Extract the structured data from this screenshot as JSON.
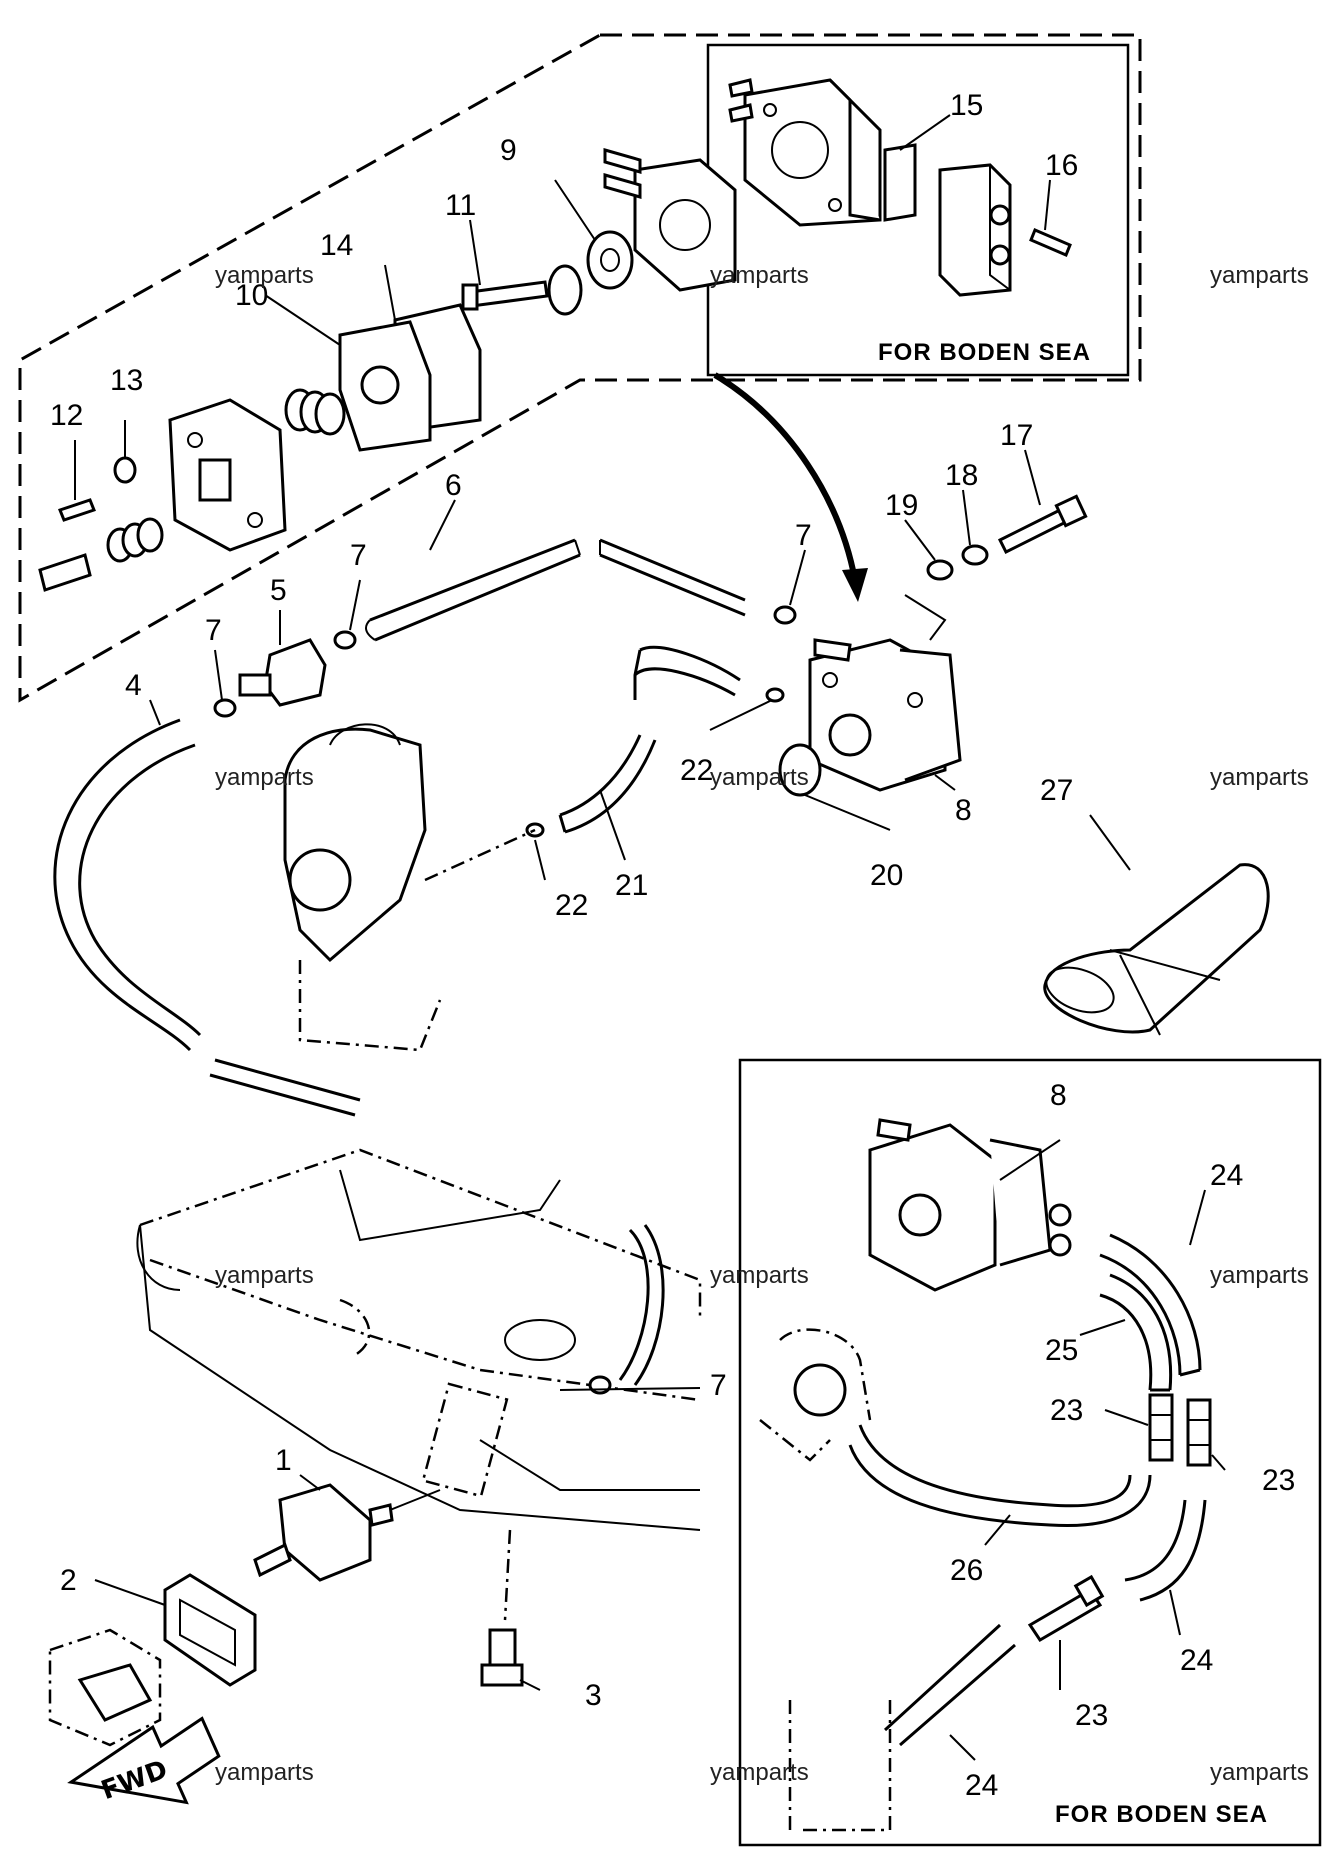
{
  "watermark": "yamparts",
  "boxes": {
    "top": "FOR BODEN SEA",
    "bottom": "FOR BODEN SEA"
  },
  "direction_label": "FWD",
  "callouts": [
    {
      "id": "c1",
      "text": "1"
    },
    {
      "id": "c2",
      "text": "2"
    },
    {
      "id": "c3",
      "text": "3"
    },
    {
      "id": "c4",
      "text": "4"
    },
    {
      "id": "c5",
      "text": "5"
    },
    {
      "id": "c6",
      "text": "6"
    },
    {
      "id": "c7a",
      "text": "7"
    },
    {
      "id": "c7b",
      "text": "7"
    },
    {
      "id": "c7c",
      "text": "7"
    },
    {
      "id": "c7d",
      "text": "7"
    },
    {
      "id": "c8a",
      "text": "8"
    },
    {
      "id": "c8b",
      "text": "8"
    },
    {
      "id": "c9",
      "text": "9"
    },
    {
      "id": "c10",
      "text": "10"
    },
    {
      "id": "c11",
      "text": "11"
    },
    {
      "id": "c12",
      "text": "12"
    },
    {
      "id": "c13",
      "text": "13"
    },
    {
      "id": "c14",
      "text": "14"
    },
    {
      "id": "c15",
      "text": "15"
    },
    {
      "id": "c16",
      "text": "16"
    },
    {
      "id": "c17",
      "text": "17"
    },
    {
      "id": "c18",
      "text": "18"
    },
    {
      "id": "c19",
      "text": "19"
    },
    {
      "id": "c20",
      "text": "20"
    },
    {
      "id": "c21",
      "text": "21"
    },
    {
      "id": "c22a",
      "text": "22"
    },
    {
      "id": "c22b",
      "text": "22"
    },
    {
      "id": "c23a",
      "text": "23"
    },
    {
      "id": "c23b",
      "text": "23"
    },
    {
      "id": "c23c",
      "text": "23"
    },
    {
      "id": "c24a",
      "text": "24"
    },
    {
      "id": "c24b",
      "text": "24"
    },
    {
      "id": "c24c",
      "text": "24"
    },
    {
      "id": "c25",
      "text": "25"
    },
    {
      "id": "c26",
      "text": "26"
    },
    {
      "id": "c27",
      "text": "27"
    }
  ]
}
